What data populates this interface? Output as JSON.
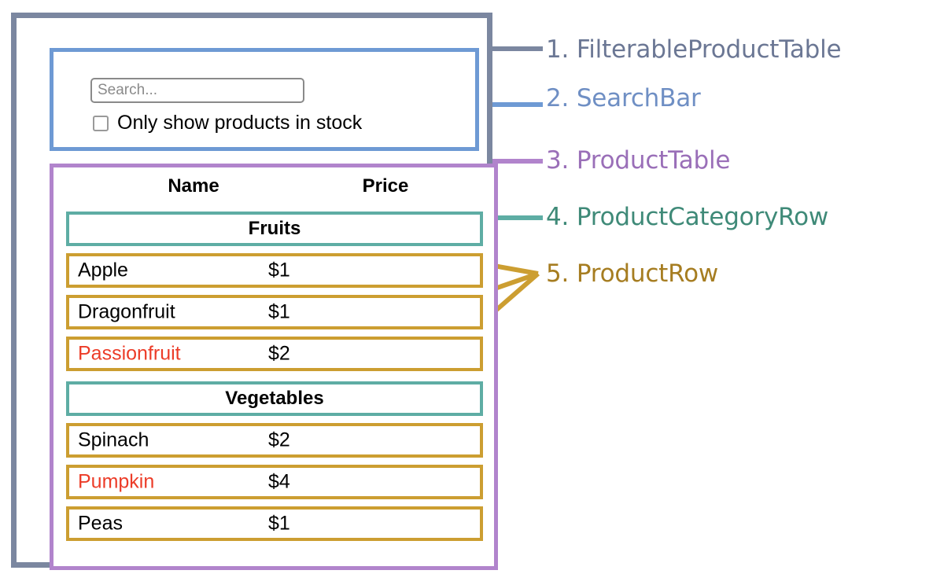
{
  "diagram": {
    "title": "React component hierarchy mockup",
    "colors": {
      "filterable_product_table": "#7b87a0",
      "search_bar": "#6e9ad4",
      "product_table": "#b184cc",
      "product_category_row": "#5eada4",
      "product_row": "#cc9e31",
      "out_of_stock_text": "#ec3c28",
      "text": "#000000",
      "placeholder": "#8a8a8a",
      "background": "#ffffff"
    }
  },
  "mockup": {
    "search_bar": {
      "search_input": {
        "value": "",
        "placeholder": "Search..."
      },
      "in_stock_checkbox": {
        "label": "Only show products in stock",
        "checked": false
      }
    },
    "product_table": {
      "columns": [
        "Name",
        "Price"
      ],
      "sections": [
        {
          "category": "Fruits",
          "rows": [
            {
              "name": "Apple",
              "price": "$1",
              "stocked": true
            },
            {
              "name": "Dragonfruit",
              "price": "$1",
              "stocked": true
            },
            {
              "name": "Passionfruit",
              "price": "$2",
              "stocked": false
            }
          ]
        },
        {
          "category": "Vegetables",
          "rows": [
            {
              "name": "Spinach",
              "price": "$2",
              "stocked": true
            },
            {
              "name": "Pumpkin",
              "price": "$4",
              "stocked": false
            },
            {
              "name": "Peas",
              "price": "$1",
              "stocked": true
            }
          ]
        }
      ]
    }
  },
  "legend": [
    {
      "number": "1.",
      "name": "FilterableProductTable",
      "text": "1. FilterableProductTable",
      "color": "#6b7794"
    },
    {
      "number": "2.",
      "name": "SearchBar",
      "text": "2. SearchBar",
      "color": "#6f8fc4"
    },
    {
      "number": "3.",
      "name": "ProductTable",
      "text": "3. ProductTable",
      "color": "#9a6fb8"
    },
    {
      "number": "4.",
      "name": "ProductCategoryRow",
      "text": "4. ProductCategoryRow",
      "color": "#3f8a78"
    },
    {
      "number": "5.",
      "name": "ProductRow",
      "text": "5. ProductRow",
      "color": "#a67d21"
    }
  ]
}
